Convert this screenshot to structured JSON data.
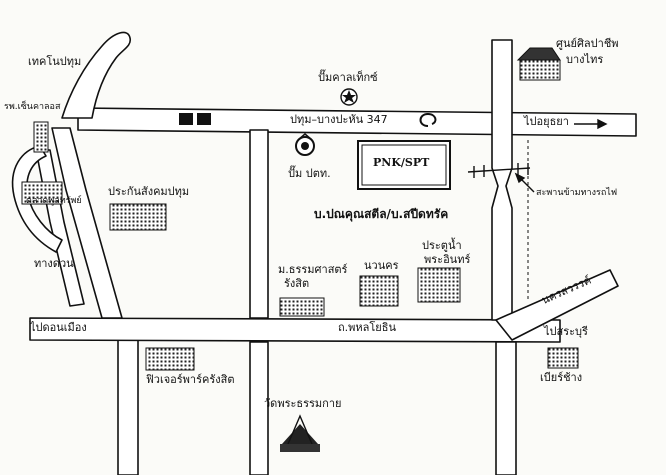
{
  "map": {
    "roads": {
      "pathum_bang_pahan": "ปทุม–บางปะหัน 347",
      "to_ayutthaya": "ไปอยุธยา",
      "phahonyothin": "ถ.พหลโยธิน",
      "to_don_mueang": "ไปดอนเมือง",
      "to_saraburi": "ไปสระบุรี",
      "nakhon_sawan": "นครสวรรค์"
    },
    "places": {
      "technology_pathum": "เทคโนปทุม",
      "hospital": "รพ.เซ็นคาลอส",
      "market": "ตลาดพูลทรัพย์",
      "thang_duan": "ทางด่วน",
      "social_security": "ประกันสังคมปทุม",
      "fuel_station": "ปั๊มคาลเท็กซ์",
      "ptt_station": "ปั๊ม ปตท.",
      "company_box": "PNK/SPT",
      "company_name": "บ.ปณคุณสตีล/บ.สปีดทรัค",
      "art_center_1": "ศูนย์ศิลปาชีพ",
      "art_center_2": "บางไทร",
      "rail_bridge": "สะพานข้ามทางรถไฟ",
      "thammasat_1": "ม.ธรรมศาสตร์",
      "thammasat_2": "รังสิต",
      "navanakorn": "นวนคร",
      "prathunam_1": "ประตูน้ำ",
      "prathunam_2": "พระอินทร์",
      "future_park": "ฟิวเจอร์พาร์ครังสิต",
      "wat_dhamma": "วัดพระธรรมกาย",
      "beer_chang": "เบียร์ช้าง"
    },
    "icons": [
      "fuel-icon",
      "ptt-icon",
      "building-icon",
      "temple-icon",
      "arrow-icon",
      "railway-icon"
    ],
    "colors": {
      "ink": "#111111",
      "paper": "#fbfbf8"
    }
  }
}
